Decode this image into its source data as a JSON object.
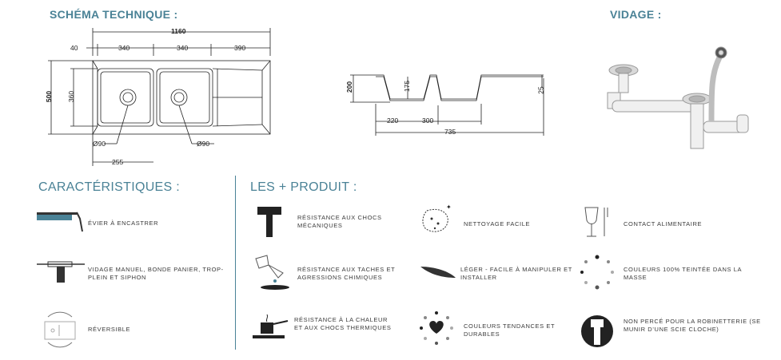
{
  "headings": {
    "schema": "SCHÉMA TECHNIQUE :",
    "vidage": "VIDAGE :",
    "caracteristiques": "CARACTÉRISTIQUES :",
    "produit": "LES + PRODUIT :"
  },
  "dimensions": {
    "total": "1160",
    "d40": "40",
    "d340a": "340",
    "d340b": "340",
    "d390": "390",
    "d500": "500",
    "d360": "360",
    "phi90a": "Ø90",
    "phi90b": "Ø90",
    "d255": "255",
    "d200": "200",
    "d175": "175",
    "d25": "25",
    "d220": "220",
    "d300": "300",
    "d735": "735"
  },
  "caracteristiques": [
    {
      "icon": "inset-sink-icon",
      "text": "Évier à encastrer"
    },
    {
      "icon": "basket-drain-icon",
      "text": "Vidage manuel, bonde panier, trop-plein et siphon"
    },
    {
      "icon": "reversible-icon",
      "text": "Réversible"
    }
  ],
  "produit": [
    {
      "icon": "hammer-icon",
      "text": "Résistance aux chocs mécaniques"
    },
    {
      "icon": "sponge-icon",
      "text": "Nettoyage facile"
    },
    {
      "icon": "food-contact-icon",
      "text": "Contact alimentaire"
    },
    {
      "icon": "chemical-stain-icon",
      "text": "Résistance aux taches et agressions chimiques"
    },
    {
      "icon": "feather-icon",
      "text": "Léger - facile à manipuler et installer"
    },
    {
      "icon": "color-dots-icon",
      "text": "Couleurs 100% teintée dans la masse"
    },
    {
      "icon": "heat-pan-icon",
      "text": "Résistance à la chaleur et aux chocs thermiques"
    },
    {
      "icon": "heart-dots-icon",
      "text": "Couleurs tendances et durables"
    },
    {
      "icon": "no-hole-icon",
      "text": "Non percé pour la robinetterie (se munir d’une scie cloche)"
    }
  ]
}
